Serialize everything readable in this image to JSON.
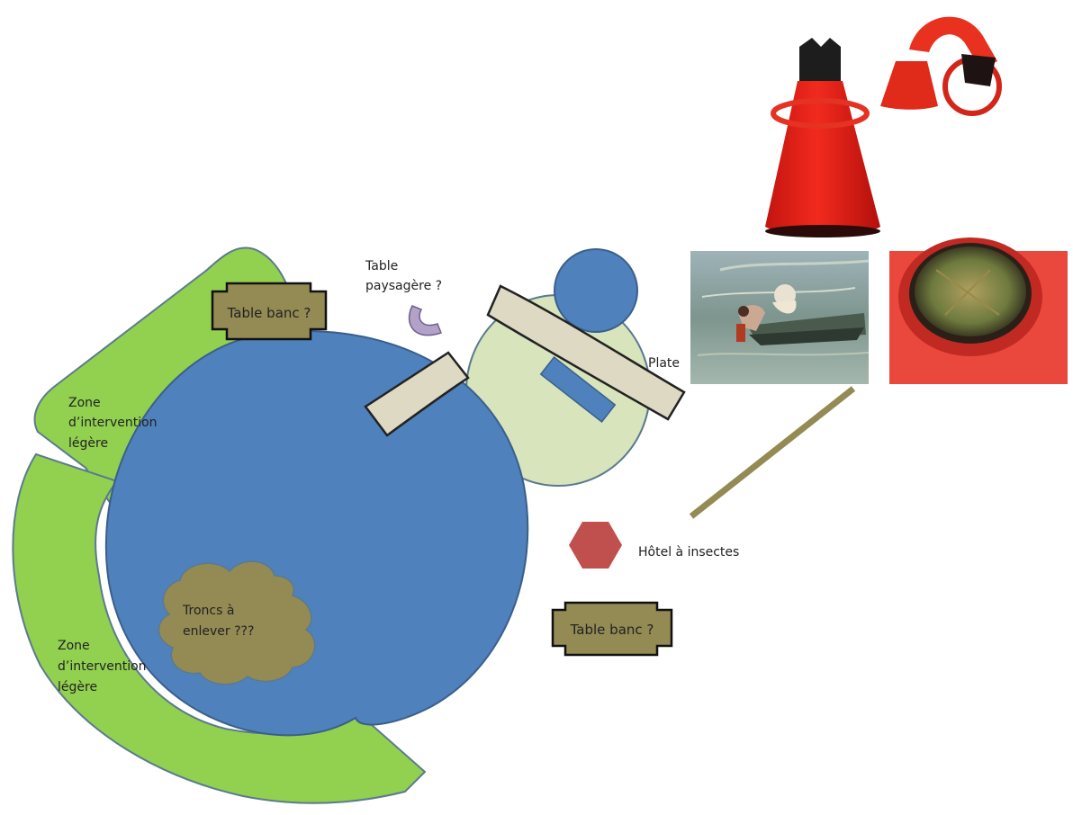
{
  "labels": {
    "zone_top": [
      "Zone",
      "d’intervention",
      "légère"
    ],
    "zone_bottom": [
      "Zone",
      "d’intervention",
      "légère"
    ],
    "table_banc_top": "Table banc ?",
    "table_banc_bottom": "Table banc ?",
    "table_paysagere": [
      "Table",
      "paysagère ?"
    ],
    "troncs": [
      "Troncs à",
      "enlever ???"
    ],
    "plate": "Plate",
    "hotel_insectes": "Hôtel à insectes"
  },
  "colors": {
    "pond": "#4f81bd",
    "zone_green": "#92d050",
    "platform": "#d7e4bc",
    "walkway": "#ddd9c3",
    "bench": "#948a54",
    "hotel": "#c0504d",
    "pipe": "#b2a2c7"
  },
  "images": {
    "cone_telescope": "red-cone-viewer-photo",
    "boat": "boat-on-pond-photo",
    "viewer_lens": "red-viewer-lens-photo"
  }
}
